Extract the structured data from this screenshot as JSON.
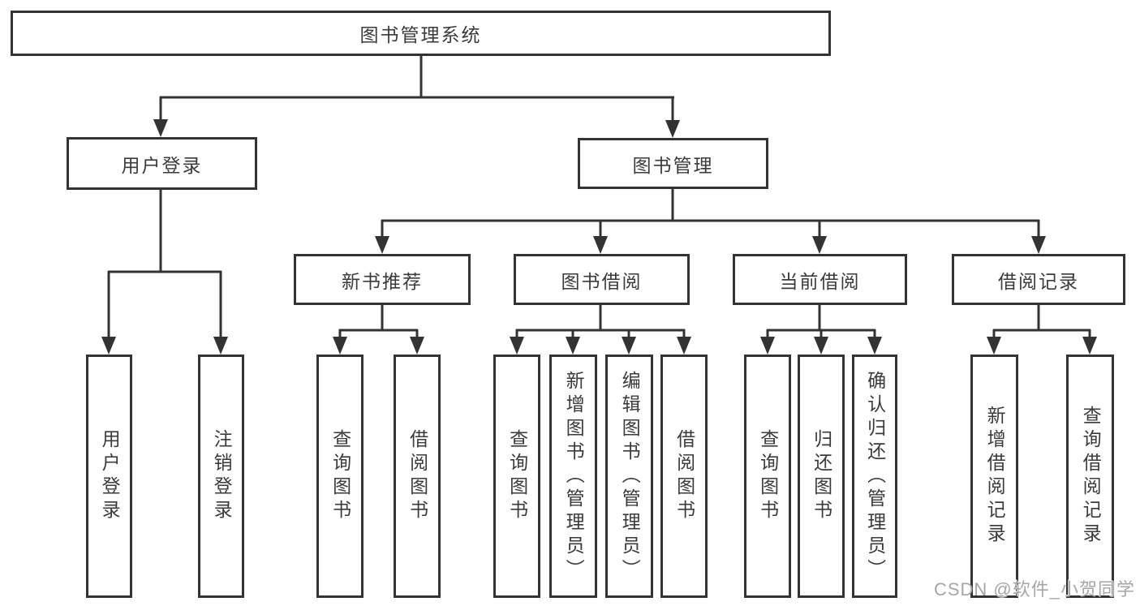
{
  "colors": {
    "line": "#333333",
    "box_border": "#333333",
    "text": "#3b3b3b",
    "watermark": "#a6a6a6",
    "background": "#ffffff"
  },
  "watermark": {
    "text": "CSDN @软件_小贺同学"
  },
  "tree": {
    "root": {
      "label": "图书管理系统"
    },
    "branches": [
      {
        "label": "用户登录",
        "children": [
          {
            "label": "用户登录"
          },
          {
            "label": "注销登录"
          }
        ]
      },
      {
        "label": "图书管理",
        "groups": [
          {
            "label": "新书推荐",
            "children": [
              {
                "label": "查询图书"
              },
              {
                "label": "借阅图书"
              }
            ]
          },
          {
            "label": "图书借阅",
            "children": [
              {
                "label": "查询图书"
              },
              {
                "label": "新增图书（管理员）"
              },
              {
                "label": "编辑图书（管理员）"
              },
              {
                "label": "借阅图书"
              }
            ]
          },
          {
            "label": "当前借阅",
            "children": [
              {
                "label": "查询图书"
              },
              {
                "label": "归还图书"
              },
              {
                "label": "确认归还（管理员）"
              }
            ]
          },
          {
            "label": "借阅记录",
            "children": [
              {
                "label": "新增借阅记录"
              },
              {
                "label": "查询借阅记录"
              }
            ]
          }
        ]
      }
    ]
  }
}
